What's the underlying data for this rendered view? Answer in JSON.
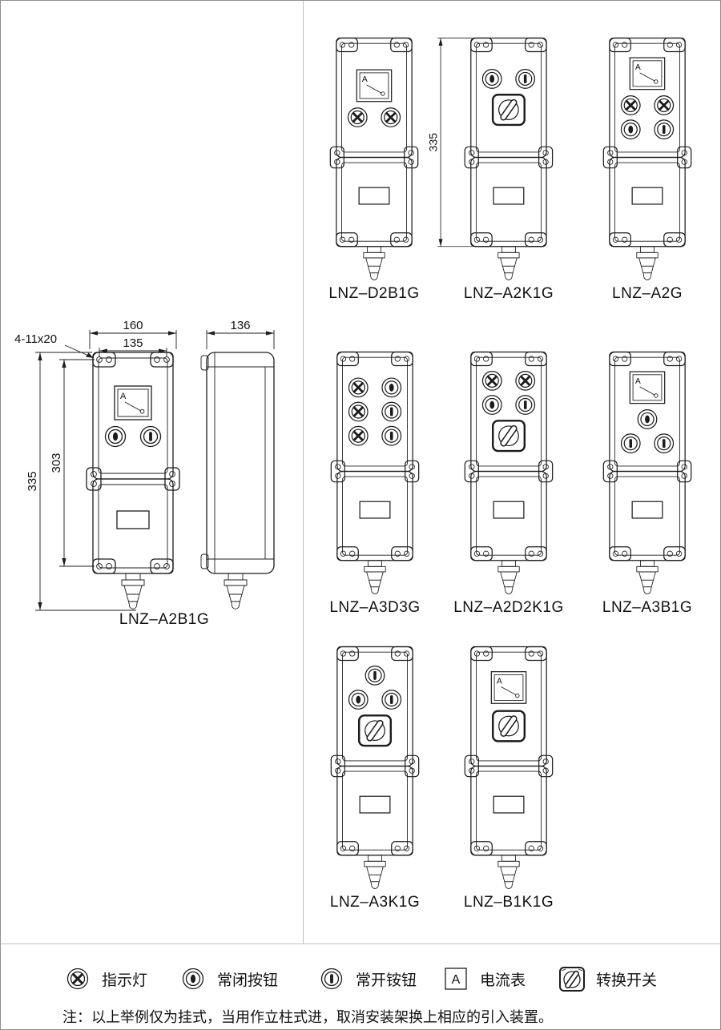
{
  "meter_letter": "A",
  "main": {
    "label": "LNZ–A2B1G",
    "rows": [
      [
        "meter"
      ],
      [
        "nc",
        "no"
      ]
    ],
    "dims": {
      "outer_width": "160",
      "hole_width": "135",
      "slots": "4-11x20",
      "overall_height": "335",
      "hole_height": "303",
      "depth": "136"
    }
  },
  "devices": [
    {
      "label": "LNZ–D2B1G",
      "rows": [
        [
          "meter"
        ],
        [
          "light",
          "light"
        ]
      ]
    },
    {
      "label": "LNZ–A2K1G",
      "rows": [
        [
          "nc",
          "no"
        ],
        [
          "switch"
        ]
      ],
      "dim": "335"
    },
    {
      "label": "LNZ–A2G",
      "rows": [
        [
          "meter"
        ],
        [
          "light",
          "light"
        ],
        [
          "nc",
          "no"
        ]
      ]
    },
    {
      "label": "LNZ–A3D3G",
      "rows": [
        [
          "light",
          "nc"
        ],
        [
          "light",
          "no"
        ],
        [
          "light",
          "no"
        ]
      ]
    },
    {
      "label": "LNZ–A2D2K1G",
      "rows": [
        [
          "light",
          "light"
        ],
        [
          "nc",
          "no"
        ],
        [
          "switch"
        ]
      ]
    },
    {
      "label": "LNZ–A3B1G",
      "rows": [
        [
          "meter"
        ],
        [
          "nc"
        ],
        [
          "no",
          "no"
        ]
      ]
    },
    {
      "label": "LNZ–A3K1G",
      "rows": [
        [
          "no"
        ],
        [
          "nc",
          "no"
        ],
        [
          "switch"
        ]
      ]
    },
    {
      "label": "LNZ–B1K1G",
      "rows": [
        [
          "meter"
        ],
        [
          "switch"
        ]
      ]
    }
  ],
  "legend": {
    "items": [
      {
        "icon": "indicator-light",
        "label": "指示灯"
      },
      {
        "icon": "nc-button",
        "label": "常闭按钮"
      },
      {
        "icon": "no-button",
        "label": "常开铵钮"
      },
      {
        "icon": "ammeter",
        "label": "电流表"
      },
      {
        "icon": "selector-switch",
        "label": "转换开关"
      }
    ]
  },
  "note": "注：以上举例仅为挂式，当用作立柱式进，取消安装架换上相应的引入装置。"
}
